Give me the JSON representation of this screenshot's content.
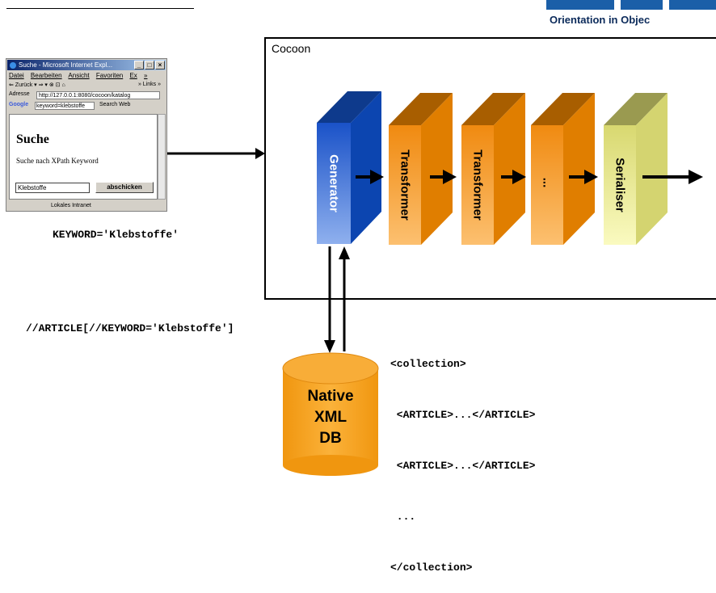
{
  "header": {
    "tagline": "Orientation in Objec"
  },
  "cocoon": {
    "label": "Cocoon"
  },
  "browser": {
    "title": "Suche - Microsoft Internet Expl...",
    "menu": [
      "Datei",
      "Bearbeiten",
      "Ansicht",
      "Favoriten",
      "Ex",
      "»"
    ],
    "toolbar": "⇐ Zurück  ▾  ⇒  ▾  ⊗  ⊡  ⌂",
    "links_label": "» Links »",
    "address_label": "Adresse",
    "address_value": "http://127.0.0.1:8080/cocoon/katalog",
    "google_label": "Google",
    "keyword_value": "keyword=klebstoffe",
    "search_web": "Search Web",
    "page_heading": "Suche",
    "page_text": "Suche nach XPath Keyword",
    "input_value": "Klebstoffe",
    "submit_label": "abschicken",
    "status_text": "Lokales Intranet"
  },
  "keyword_param": "KEYWORD='Klebstoffe'",
  "xpath_query": "//ARTICLE[//KEYWORD='Klebstoffe']",
  "pipeline": {
    "stages": [
      "Generator",
      "Transformer",
      "Transformer",
      "...",
      "Serialiser"
    ],
    "colors": {
      "generator": "#1f5fd0",
      "transformer": "#f09a1a",
      "serialiser": "#e8e890"
    }
  },
  "database": {
    "lines": [
      "Native",
      "XML",
      "DB"
    ],
    "color": "#f5a21e"
  },
  "result_xml": [
    "<collection>",
    " <ARTICLE>...</ARTICLE>",
    " <ARTICLE>...</ARTICLE>",
    " ...",
    "</collection>"
  ]
}
